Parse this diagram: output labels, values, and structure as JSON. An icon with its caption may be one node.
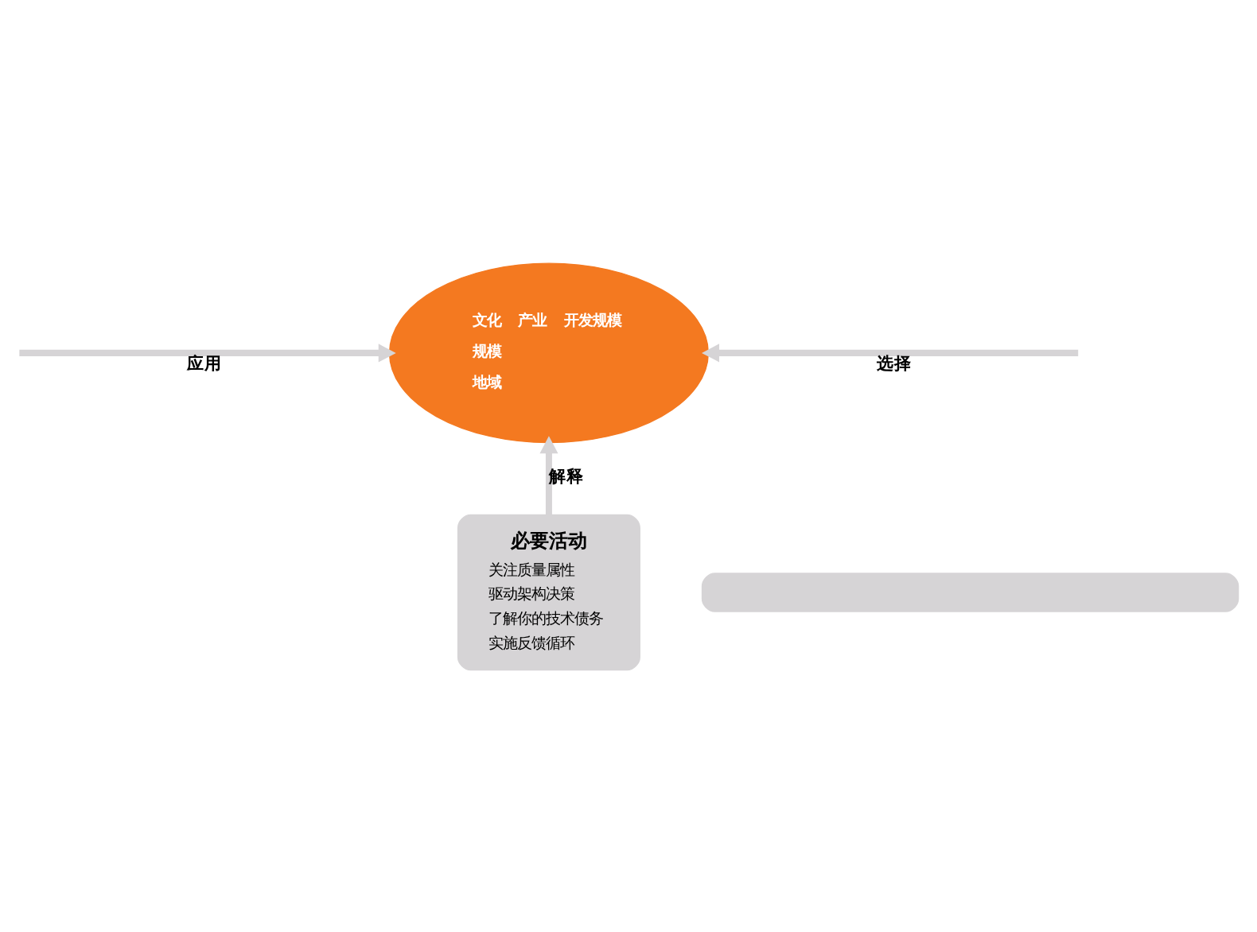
{
  "diagram": {
    "nodes": [
      {
        "text": [
          "文化",
          "规模",
          "地域",
          "产业",
          "开发规模"
        ]
      },
      {
        "text": [
          "必要活动",
          "关注质量属性",
          "驱动架构决策",
          "了解你的技术债务",
          "实施反馈循环"
        ]
      },
      {
        "text": [],
        "shape": "box"
      }
    ],
    "edges": [
      {
        "from": null,
        "to": 0,
        "arrow": "to",
        "label": "应用"
      },
      {
        "from": null,
        "to": 0,
        "arrow": "to",
        "label": "选择"
      },
      {
        "from": 1,
        "to": 0,
        "arrow": "to",
        "label": "解释"
      }
    ]
  }
}
